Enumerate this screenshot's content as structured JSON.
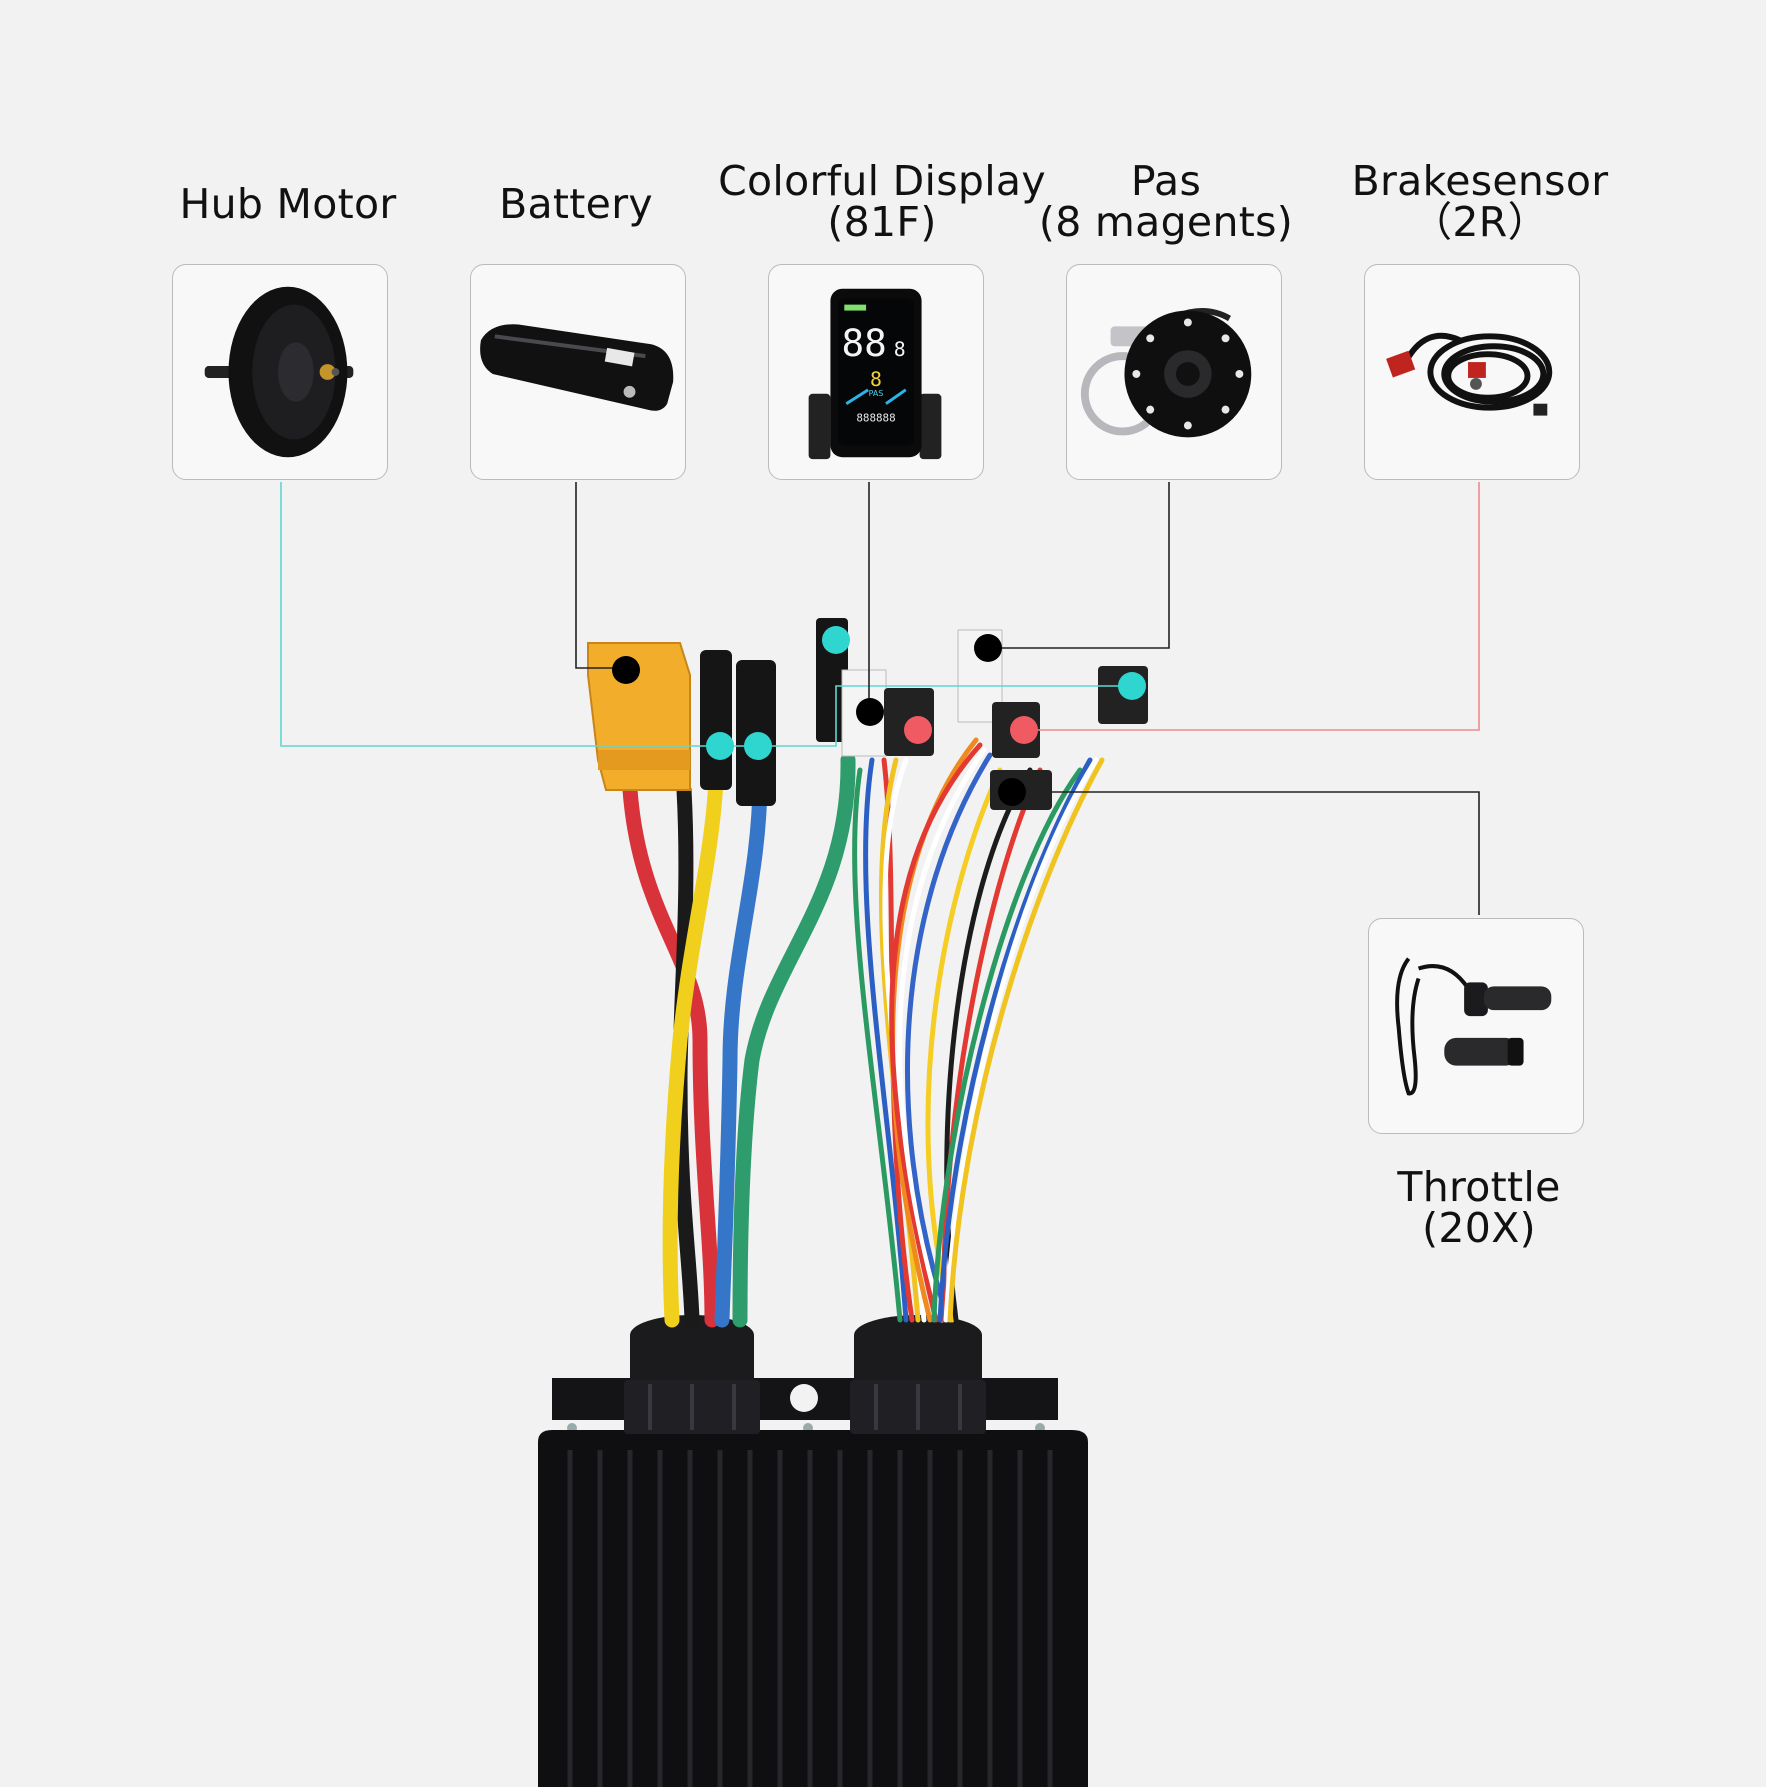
{
  "components": [
    {
      "id": "hub-motor",
      "title": "Hub Motor",
      "subtitle": "",
      "icon": "hub-motor-icon"
    },
    {
      "id": "battery",
      "title": "Battery",
      "subtitle": "",
      "icon": "battery-icon"
    },
    {
      "id": "display",
      "title": "Colorful Display",
      "subtitle": "(81F)",
      "icon": "display-icon"
    },
    {
      "id": "pas",
      "title": "Pas",
      "subtitle": "(8 magents)",
      "icon": "pas-sensor-icon"
    },
    {
      "id": "brakesensor",
      "title": "Brakesensor",
      "subtitle": "（2R）",
      "icon": "brake-sensor-icon"
    },
    {
      "id": "throttle",
      "title": "Throttle",
      "subtitle": "(20X)",
      "icon": "throttle-icon"
    }
  ],
  "display_screen": {
    "speed": "88",
    "speed_small": "8",
    "pas_level": "8",
    "pas_text": "PAS",
    "odo": "888888"
  },
  "connector_markers": {
    "hub_motor": "#2fd6cf",
    "battery": "#000000",
    "display": "#2fd6cf",
    "pas": "#000000",
    "brakesensor": "#ef5a63",
    "throttle": "#000000"
  },
  "colors": {
    "background": "#f1f2f1",
    "card_border": "#b9bcbc",
    "motor_line": "#5fd8d2",
    "brake_line": "#ef8a8f",
    "black_line": "#222222",
    "controller": "#0f0f12"
  }
}
